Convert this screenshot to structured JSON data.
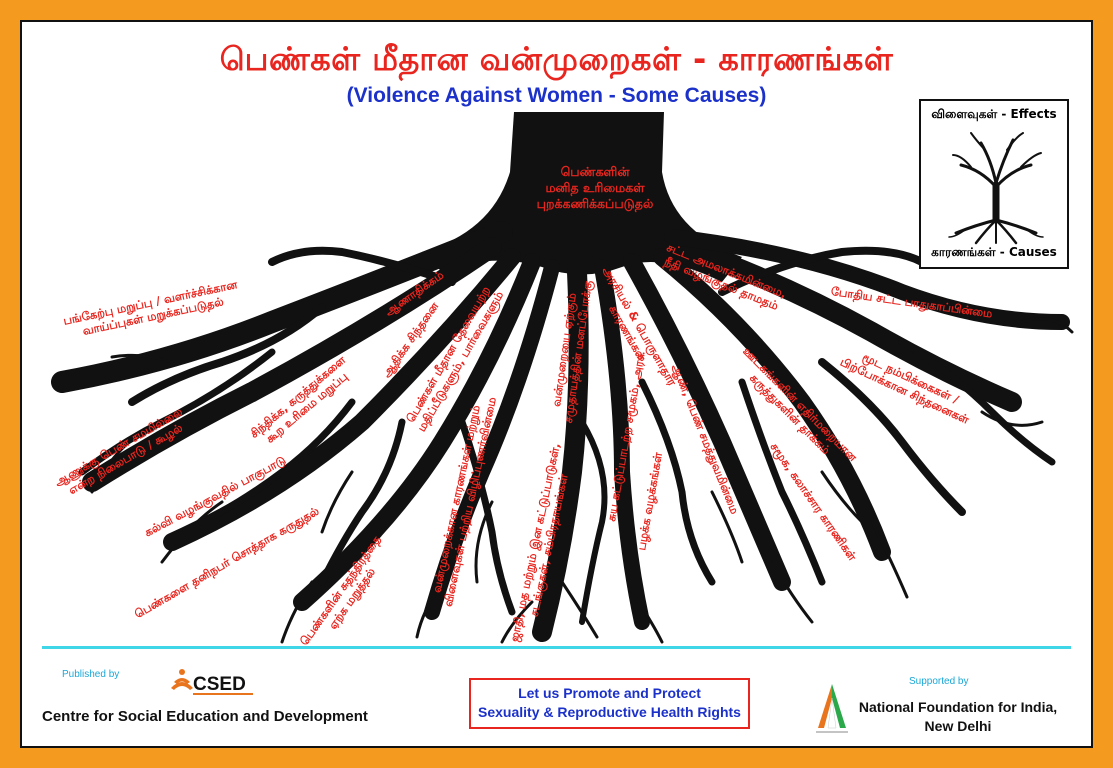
{
  "title": "பெண்கள் மீதான வன்முறைகள் -  காரணங்கள்",
  "subtitle": "(Violence Against Women - Some Causes)",
  "trunk_label": [
    "பெண்களின்",
    "மனித உரிமைகள்",
    "புறக்கணிக்கப்படுதல்"
  ],
  "legend": {
    "top": "விளைவுகள் - Effects",
    "bottom": "காரணங்கள் - Causes"
  },
  "root_labels": [
    {
      "lines": [
        "பங்கேற்பு மறுப்பு / வளர்ச்சிக்கான",
        "வாய்ப்புகள் மறுக்கப்படுதல்"
      ]
    },
    {
      "lines": [
        "ஆணுக்கு பெண் சமமில்லை",
        "என்ற நிலைபாடு / கூழல்"
      ]
    },
    {
      "lines": [
        "சிந்திக்க, கருத்துக்களை",
        "கூற உரிமை மறுப்பு"
      ]
    },
    {
      "lines": [
        "கல்வி வழங்குவதில் பாகுபாடு"
      ]
    },
    {
      "lines": [
        "பெண்களை தனிநபர் சொத்தாக கருதுதல்"
      ]
    },
    {
      "lines": [
        "ஆணாதிக்கம்"
      ]
    },
    {
      "lines": [
        "ஆதிக்க சிந்தனை"
      ]
    },
    {
      "lines": [
        "பெண்கள் மீதான தேவையற்ற",
        "மதிப்பீடுகளும், பார்வைகளும்"
      ]
    },
    {
      "lines": [
        "பெண்களின் சுதந்திரத்தை",
        "ஏற்க மறுத்தல்"
      ]
    },
    {
      "lines": [
        "வன்முறைக்கான காரணங்கள் மற்றும்",
        "விளைவுகள் பற்றிய விழிப்புணர்வின்மை"
      ]
    },
    {
      "lines": [
        "ஜாதி, மத மற்றும் இன கட்டுப்பாடுகள்,",
        "சடங்குகள், சம்பிரதாயங்கள்"
      ]
    },
    {
      "lines": [
        "வன்முறையை ஏற்கும்",
        "சமுதாயத்தின் மனப்போக்கு"
      ]
    },
    {
      "lines": [
        "சுய கட்டுப்பாடற்ற சமூகம், அரசு"
      ]
    },
    {
      "lines": [
        "பழக்க வழக்கங்கள்"
      ]
    },
    {
      "lines": [
        "அரசியல் & பொருளாதார",
        "காரணங்கள்"
      ]
    },
    {
      "lines": [
        "ஆண், பெண் சமத்துவமின்மை"
      ]
    },
    {
      "lines": [
        "சட்ட அமலாக்கமின்மை,",
        "நீதி வழங்குதல் தாமதம்"
      ]
    },
    {
      "lines": [
        "ஊடகங்களின் எதிர்மறையான",
        "கருத்துகளின் தாக்கம்"
      ]
    },
    {
      "lines": [
        "சமூக, கலாச்சார காரணிகள்"
      ]
    },
    {
      "lines": [
        "போதிய சட்ட பாதுகாப்பின்மை"
      ]
    },
    {
      "lines": [
        "மூட நம்பிக்கைகள் /",
        "பிற்போக்கான சிந்தனைகள்"
      ]
    }
  ],
  "footer": {
    "published_by": "Published by",
    "publisher": "Centre for Social Education and Development",
    "promo_lines": [
      "Let us Promote and Protect",
      "Sexuality & Reproductive Health Rights"
    ],
    "supported_by": "Supported by",
    "supporter_lines": [
      "National Foundation for India,",
      "New Delhi"
    ]
  },
  "colors": {
    "frame": "#f39a1f",
    "title_red": "#e8251e",
    "subtitle_blue": "#1b31c9",
    "rule_cyan": "#3fd6e8",
    "tree": "#111111"
  }
}
